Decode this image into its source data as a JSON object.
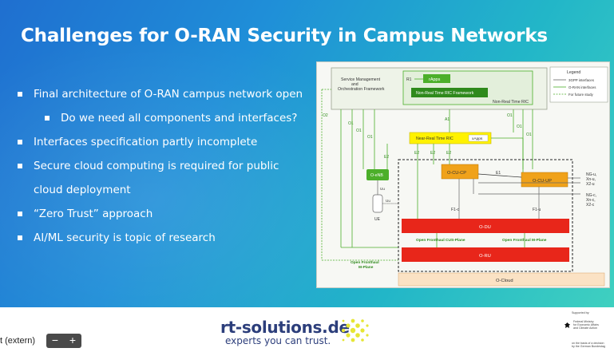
{
  "slide": {
    "title": "Challenges for O-RAN Security in Campus Networks",
    "bullets": [
      "Final architecture of  O-RAN campus network open",
      "Do we need all components and interfaces?",
      "Interfaces specification partly incomplete",
      "Secure cloud computing is required for public",
      "cloud deployment",
      "“Zero Trust” approach",
      "AI/ML security is topic of research"
    ]
  },
  "diagram": {
    "smo": "Service Management\nand\nOrchestration Framework",
    "r1": "R1",
    "rapps": "rApps",
    "nonrt_framework": "Non-Real Time RIC Framework",
    "nonrt_ric": "Non-Real Time RIC",
    "nearrt_ric": "Near-Real Time RIC",
    "xapps": "xApps",
    "legend_title": "Legend",
    "legend_items": [
      "3GPP interfaces",
      "O-RAN interfaces",
      "For future study"
    ],
    "o_enb": "O-eNB",
    "o_cu_cp": "O-CU-CP",
    "o_cu_up": "O-CU-UP",
    "o_du": "O-DU",
    "o_ru": "O-RU",
    "o_cloud": "O-Cloud",
    "ue": "UE",
    "uu": "Uu",
    "a1": "A1",
    "o1": "O1",
    "o2": "O2",
    "e2": "E2",
    "e1": "E1",
    "f1c": "F1-c",
    "f1u": "F1-u",
    "ng_u": "NG-u,",
    "xn_u": "Xn-u,",
    "x2_u": "X2-u",
    "ng_c": "NG-c,",
    "xn_c": "Xn-c,",
    "x2_c": "X2-c",
    "fh_cus": "Open Fronthaul CUS-Plane",
    "fh_m": "Open Fronthaul M-Plane",
    "fh_m_left_1": "Open Fronthaul",
    "fh_m_left_2": "M-Plane"
  },
  "footer": {
    "brand": "rt-solutions.de",
    "tagline": "experts you can trust.",
    "support_lines": [
      "Supported by:",
      "Federal Ministry",
      "for Economic Affairs",
      "and Climate Action",
      "on the basis of a decision",
      "by the German Bundestag"
    ]
  },
  "toolbar": {
    "label": "t (extern)",
    "minus": "−",
    "plus": "+"
  },
  "colors": {
    "slide_gradient_start": "#1f6fd0",
    "slide_gradient_end": "#3fd0c0",
    "oran_green": "#4caf2a",
    "du_red": "#e8261a",
    "cu_orange": "#f0a21a",
    "ric_yellow": "#fff200",
    "brand_navy": "#2c3e7b",
    "dots_yellow": "#e6e635"
  }
}
